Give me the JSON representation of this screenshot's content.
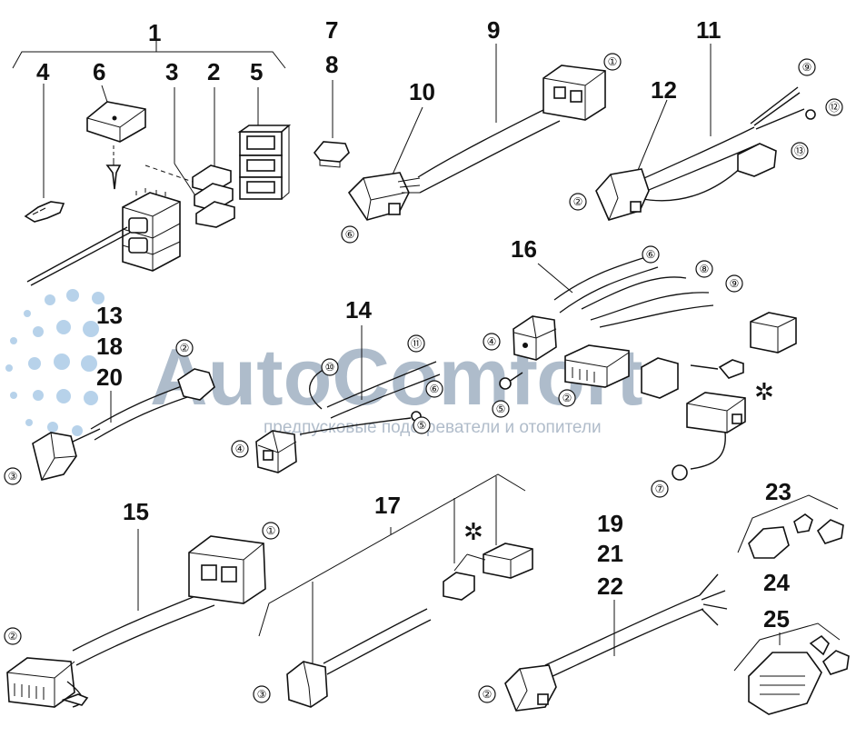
{
  "diagram": {
    "part_numbers": [
      "1",
      "4",
      "6",
      "3",
      "2",
      "5",
      "7",
      "8",
      "9",
      "10",
      "11",
      "12",
      "16",
      "13",
      "18",
      "20",
      "14",
      "15",
      "17",
      "19",
      "21",
      "22",
      "23",
      "24",
      "25"
    ],
    "reference_circles": [
      "①",
      "⑥",
      "⑨",
      "⑫",
      "⑬",
      "②",
      "⑥",
      "⑧",
      "⑨",
      "④",
      "⑤",
      "②",
      "②",
      "⑩",
      "⑪",
      "⑥",
      "④",
      "⑤",
      "③",
      "⑦",
      "①",
      "②",
      "③",
      "②"
    ],
    "asterisk_marks": [
      "✲",
      "✲"
    ]
  },
  "watermark": {
    "brand": "AutoComfort",
    "tagline": "предпусковые подогреватели и отопители"
  },
  "colors": {
    "line": "#111111",
    "background": "#ffffff",
    "watermark": "#4b6b8c",
    "watermark_dots": "#5f9bd0"
  }
}
